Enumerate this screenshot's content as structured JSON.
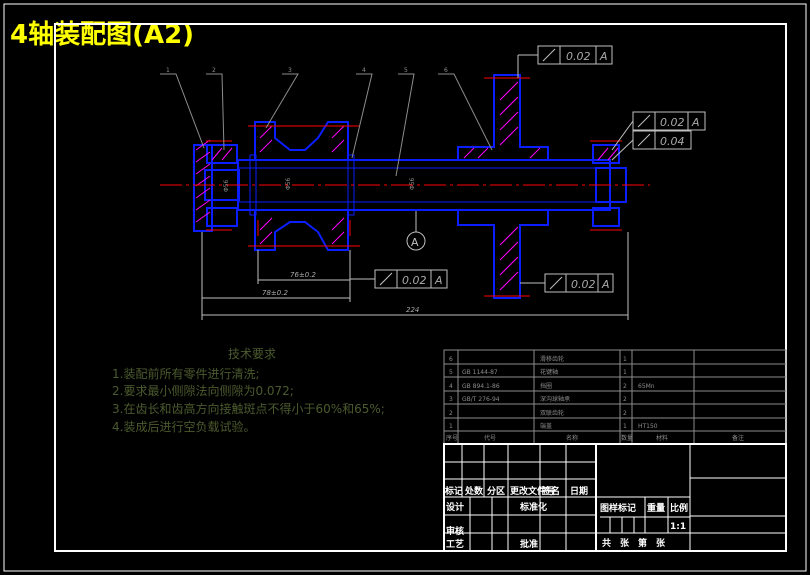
{
  "title": "4轴装配图(A2)",
  "balloons": [
    "1",
    "2",
    "3",
    "4",
    "5",
    "6"
  ],
  "section_label": "A",
  "dims": {
    "d1": "76±0.2",
    "d2": "78±0.2",
    "d3": "224",
    "phi1": "Φ56",
    "phi2": "Φ56",
    "phi3": "Φ56"
  },
  "tolerances": {
    "t1": {
      "val": "0.02",
      "datum": "A"
    },
    "t2": {
      "val": "0.02",
      "datum": "A"
    },
    "t3": {
      "val": "0.04",
      "datum": ""
    },
    "t4": {
      "val": "0.02",
      "datum": "A"
    },
    "t5": {
      "val": "0.02",
      "datum": "A"
    }
  },
  "tech": {
    "heading": "技术要求",
    "items": [
      "1.装配前所有零件进行清洗;",
      "2.要求最小侧隙法向侧隙为0.072;",
      "3.在齿长和齿高方向接触斑点不得小于60%和65%;",
      "4.装成后进行空负载试验。"
    ]
  },
  "bom": {
    "rows": [
      {
        "no": "6",
        "code": "",
        "name": "滑移齿轮",
        "qty": "1",
        "mat": ""
      },
      {
        "no": "5",
        "code": "GB 1144-87",
        "name": "花键轴",
        "qty": "1",
        "mat": ""
      },
      {
        "no": "4",
        "code": "GB 894.1-86",
        "name": "挡圈",
        "qty": "2",
        "mat": "65Mn"
      },
      {
        "no": "3",
        "code": "GB/T 276-94",
        "name": "深沟球轴承",
        "qty": "2",
        "mat": ""
      },
      {
        "no": "2",
        "code": "",
        "name": "双联齿轮",
        "qty": "2",
        "mat": ""
      },
      {
        "no": "1",
        "code": "",
        "name": "端盖",
        "qty": "1",
        "mat": "HT150"
      }
    ],
    "header": {
      "no": "序号",
      "code": "代号",
      "name": "名称",
      "qty": "数量",
      "mat": "材料",
      "note": "备注"
    }
  },
  "titleblock": {
    "c1": "标记",
    "c2": "处数",
    "c3": "分区",
    "c4": "更改文件号",
    "c5": "签名",
    "c6": "日期",
    "design": "设计",
    "std": "标准化",
    "review": "审核",
    "process": "工艺",
    "approve": "批准",
    "stage": "图样标记",
    "weight": "重量",
    "scale": "比例",
    "scale_value": "1:1",
    "sheets": "共　张　第　张"
  },
  "colors": {
    "outline": "#0a1eff",
    "centerline": "#ff0000",
    "hatch": "#ff00ff",
    "dim": "#bfbfbf",
    "leader": "#8c8c8c",
    "title": "#ffff00",
    "techtext": "#4b5a2e"
  }
}
